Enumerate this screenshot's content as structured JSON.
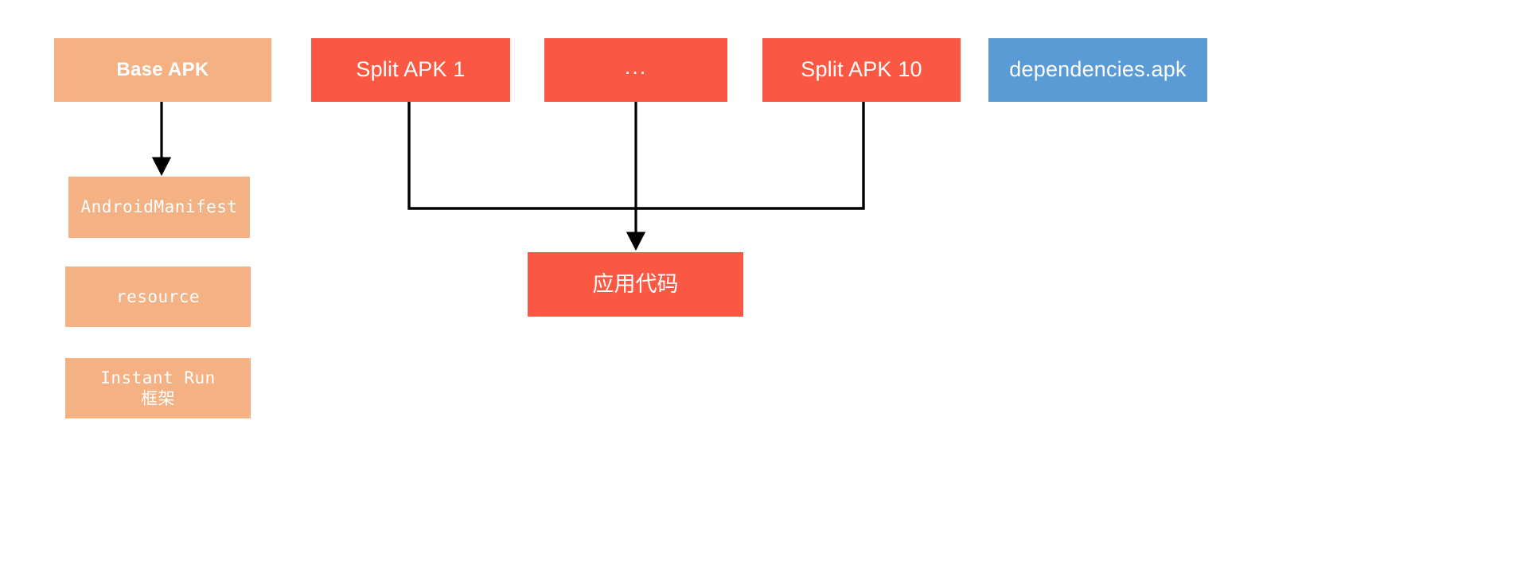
{
  "diagram": {
    "title": "Android APK split structure diagram",
    "background": "#ffffff",
    "colors": {
      "peach": "#F4B183",
      "red": "#FA5843",
      "blue": "#5B9BD5",
      "line": "#000000",
      "text_on_fill": "#ffffff"
    }
  },
  "nodes": {
    "base_apk": {
      "label": "Base APK",
      "fill": "#F4B183"
    },
    "android_manifest": {
      "label": "AndroidManifest",
      "fill": "#F4B183"
    },
    "resource": {
      "label": "resource",
      "fill": "#F4B183"
    },
    "instant_run": {
      "label_line1": "Instant Run",
      "label_line2": "框架",
      "fill": "#F4B183"
    },
    "split_apk_1": {
      "label": "Split APK 1",
      "fill": "#FA5843"
    },
    "split_apk_ellipsis": {
      "label": "...",
      "fill": "#FA5843"
    },
    "split_apk_10": {
      "label": "Split APK 10",
      "fill": "#FA5843"
    },
    "dependencies_apk": {
      "label": "dependencies.apk",
      "fill": "#5B9BD5"
    },
    "app_code": {
      "label": "应用代码",
      "fill": "#FA5843"
    }
  },
  "edges": [
    {
      "name": "base-apk-to-android-manifest",
      "from": "base_apk",
      "to": "android_manifest",
      "arrow": true
    },
    {
      "name": "split-apk-1-to-bus",
      "from": "split_apk_1",
      "to": "merge_bus",
      "arrow": false
    },
    {
      "name": "split-apk-ellipsis-to-bus",
      "from": "split_apk_ellipsis",
      "to": "merge_bus",
      "arrow": false
    },
    {
      "name": "split-apk-10-to-bus",
      "from": "split_apk_10",
      "to": "merge_bus",
      "arrow": false
    },
    {
      "name": "bus-to-app-code",
      "from": "merge_bus",
      "to": "app_code",
      "arrow": true
    }
  ]
}
